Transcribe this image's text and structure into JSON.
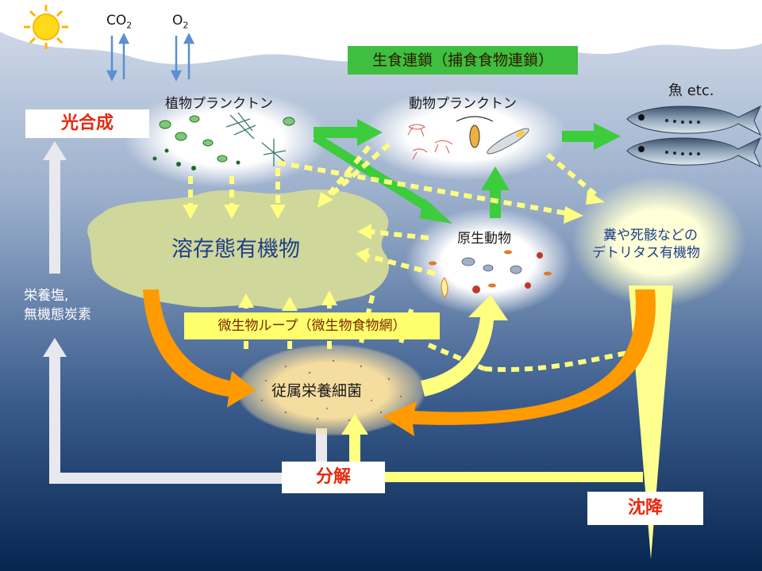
{
  "gases": {
    "co2": {
      "base": "CO",
      "sub": "2"
    },
    "o2": {
      "base": "O",
      "sub": "2"
    }
  },
  "labels": {
    "grazing_chain": "生食連鎖（捕食食物連鎖）",
    "phytoplankton": "植物プランクトン",
    "zooplankton": "動物プランクトン",
    "fish": "魚 etc.",
    "photosynthesis": "光合成",
    "doc": "溶存態有機物",
    "protozoa": "原生動物",
    "detritus_line1": "糞や死骸などの",
    "detritus_line2": "デトリタス有機物",
    "nutrients_line1": "栄養塩,",
    "nutrients_line2": "無機態炭素",
    "microbial_loop": "微生物ループ（微生物食物網）",
    "bacteria": "従属栄養細菌",
    "decomposition": "分解",
    "sinking": "沈降"
  },
  "colors": {
    "sky": "#ffffff",
    "sea_top": "#c7d3e6",
    "sea_bottom": "#0a2a52",
    "sun": "#ffd91a",
    "green_arrow": "#3ccc3c",
    "orange_arrow": "#ff9900",
    "yellow_arrow": "#ffff80",
    "doc_blob": "#cfd79a",
    "bacteria": "#f3d9a0",
    "accent_red": "#e8280f"
  },
  "icons": [
    "sun-icon",
    "fish-icon"
  ]
}
